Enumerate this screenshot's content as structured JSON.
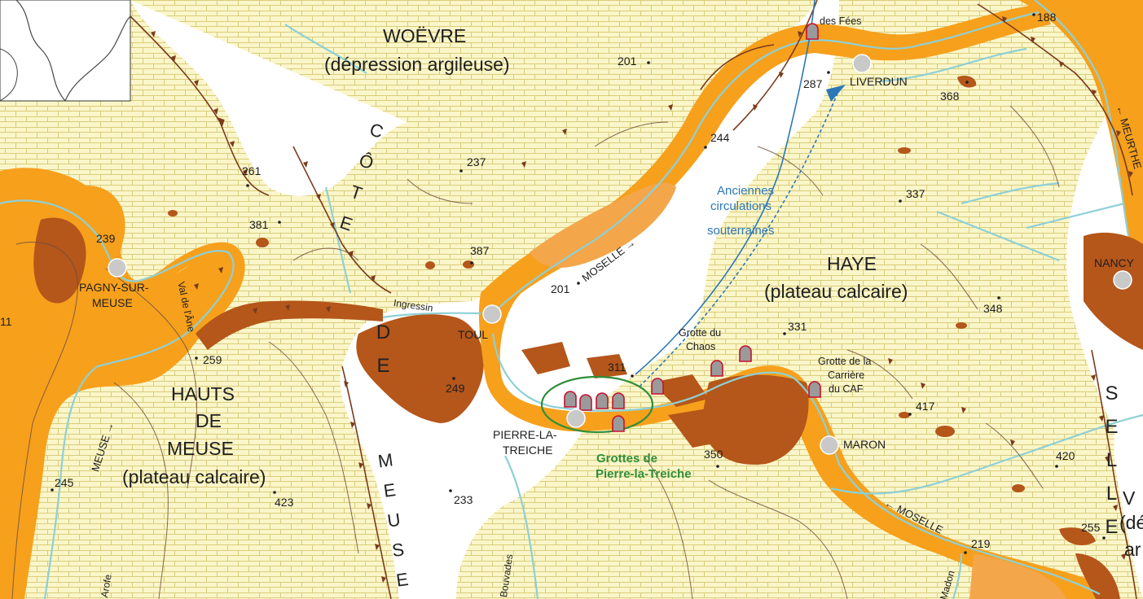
{
  "colors": {
    "limestone": "#fbf6c9",
    "brick_line": "#d8cc7c",
    "clay": "#ffffff",
    "alluvium": "#f7a01c",
    "terrace": "#b5561a",
    "river": "#8ed0d6",
    "escarpment": "#7a3b1c",
    "contour": "#6e5040",
    "underground_flow": "#2c78b8",
    "caves_ring": "#2f8f3a",
    "cave_symbol_stroke": "#c8102e",
    "cave_symbol_fill": "#9a9a9a",
    "town_dot": "#c9c9c9"
  },
  "regions": {
    "woevre_name": "WOËVRE",
    "woevre_desc": "(dépression argileuse)",
    "haye_name": "HAYE",
    "haye_desc": "(plateau calcaire)",
    "hauts_line1": "HAUTS",
    "hauts_line2": "DE",
    "hauts_line3": "MEUSE",
    "hauts_desc": "(plateau calcaire)",
    "cote_word1": "CÔTE",
    "cote_word2": "DE",
    "cote_word3": "MEUSE",
    "moselle_side": "SELLE",
    "edge_v": "V",
    "edge_de": "(dé",
    "edge_ar": "ar"
  },
  "towns": [
    {
      "id": "pagny",
      "name": "PAGNY-SUR-",
      "name2": "MEUSE"
    },
    {
      "id": "toul",
      "name": "TOUL"
    },
    {
      "id": "pierre",
      "name": "PIERRE-LA-",
      "name2": "TREICHE"
    },
    {
      "id": "liverdun",
      "name": "LIVERDUN"
    },
    {
      "id": "maron",
      "name": "MARON"
    },
    {
      "id": "nancy",
      "name": "NANCY"
    }
  ],
  "altitudes": [
    "201",
    "287",
    "368",
    "188",
    "244",
    "337",
    "237",
    "261",
    "381",
    "239",
    "387",
    "201",
    "348",
    "331",
    "311",
    "249",
    "259",
    "417",
    "350",
    "420",
    "245",
    "423",
    "233",
    "255",
    "219",
    "11"
  ],
  "rivers": {
    "moselle_north": "MOSELLE →",
    "moselle_south": "← MOSELLE",
    "meuse": "MEUSE →",
    "meurthe": "← MEURTHE",
    "ingressin": "Ingressin",
    "val_ane": "Val de l'Âne",
    "bouvades": "Bouvades",
    "arofe": "Arofe",
    "madon": "Madon"
  },
  "caves": {
    "fees": "des Fées",
    "chaos_line1": "Grotte du",
    "chaos_line2": "Chaos",
    "caf_line1": "Grotte de la",
    "caf_line2": "Carrière",
    "caf_line3": "du CAF"
  },
  "annotations": {
    "underground_line1": "Anciennes",
    "underground_line2": "circulations",
    "underground_line3": "souterraines",
    "grottes_line1": "Grottes de",
    "grottes_line2": "Pierre-la-Treiche"
  },
  "icons": [
    "france-inset-map",
    "cave-symbol",
    "town-dot",
    "flow-arrow-icon"
  ]
}
